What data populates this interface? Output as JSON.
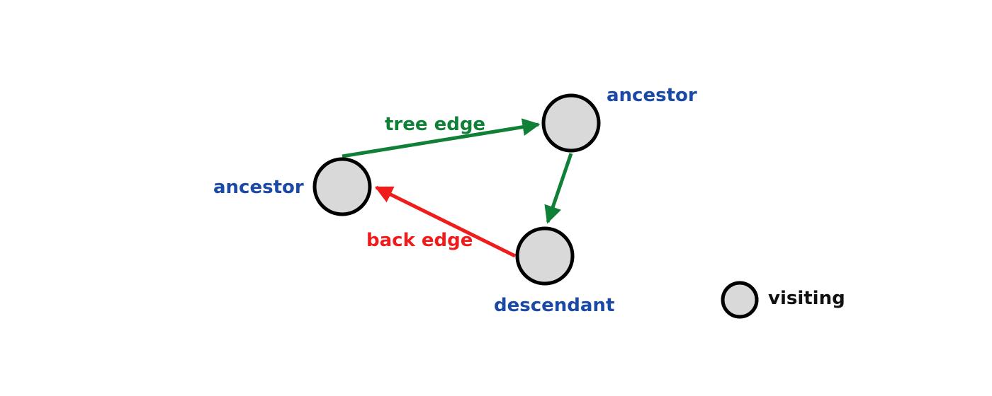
{
  "nodes": {
    "left": {
      "label": "ancestor"
    },
    "top": {
      "label": "ancestor"
    },
    "bottom": {
      "label": "descendant"
    }
  },
  "edges": {
    "tree": {
      "label": "tree edge",
      "color": "#0f8036"
    },
    "back": {
      "label": "back edge",
      "color": "#f01c1c"
    }
  },
  "legend": {
    "label": "visiting",
    "fill_color": "#d9d9d9"
  },
  "colors": {
    "node_label": "#1a4aa6",
    "tree_edge": "#0f8036",
    "back_edge": "#f01c1c",
    "node_fill": "#d9d9d9",
    "node_stroke": "#000000"
  }
}
